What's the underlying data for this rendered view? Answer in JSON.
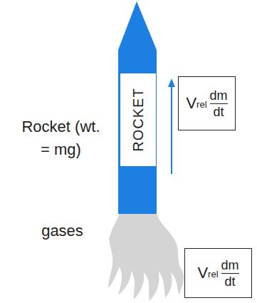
{
  "diagram": {
    "nodes": [
      {
        "text": [
          "ROCKET"
        ]
      },
      {
        "text": [
          "V",
          "rel",
          "dm",
          "dt"
        ]
      },
      {
        "text": [
          "V",
          "rel",
          "dm",
          "dt"
        ]
      }
    ],
    "labels": [
      "Rocket (wt. = mg)",
      "gases"
    ]
  }
}
